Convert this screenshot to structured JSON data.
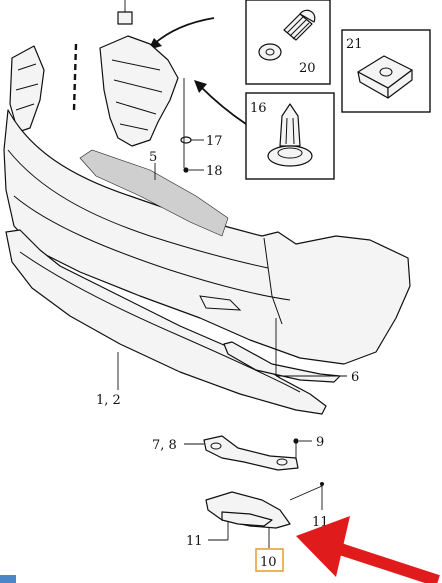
{
  "callouts": {
    "c17": "17",
    "c18": "18",
    "c5": "5",
    "c6": "6",
    "c12": "1, 2",
    "c78": "7, 8",
    "c9": "9",
    "c11_left": "11",
    "c11_right": "11",
    "c10": "10"
  },
  "detail_boxes": {
    "box20": "20",
    "box21": "21",
    "box16": "16"
  },
  "colors": {
    "highlight_arrow": "#e01b1b",
    "highlight_box": "#e8a23a",
    "line": "#111111"
  }
}
